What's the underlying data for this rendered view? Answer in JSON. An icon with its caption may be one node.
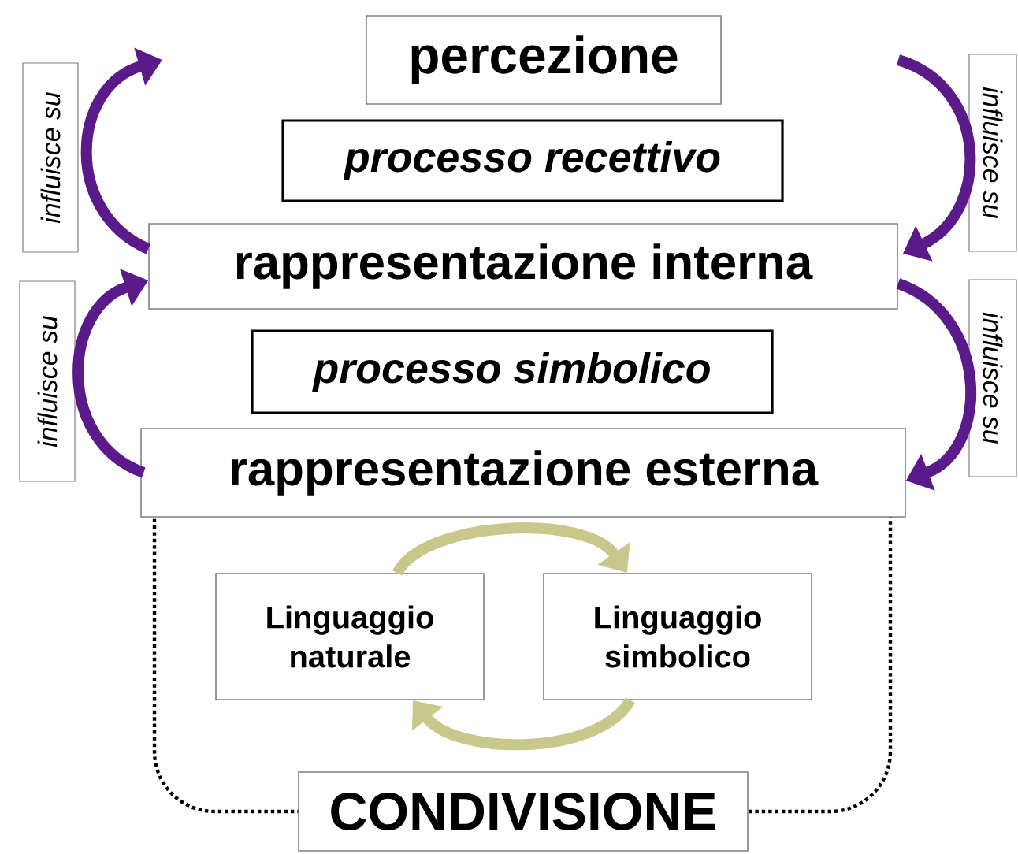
{
  "diagram": {
    "nodes": [
      {
        "text": [
          "percezione"
        ]
      },
      {
        "text": [
          "processo recettivo"
        ]
      },
      {
        "text": [
          "rappresentazione interna"
        ]
      },
      {
        "text": [
          "processo simbolico"
        ]
      },
      {
        "text": [
          "rappresentazione esterna"
        ]
      },
      {
        "text": [
          "Linguaggio naturale"
        ]
      },
      {
        "text": [
          "Linguaggio simbolico"
        ]
      },
      {
        "text": [
          "CONDIVISIONE"
        ]
      },
      {
        "text": [
          "influisce su"
        ]
      },
      {
        "text": [
          "influisce su"
        ]
      },
      {
        "text": [
          "influisce su"
        ]
      },
      {
        "text": [
          "influisce su"
        ]
      }
    ],
    "edges": [
      {
        "from": 2,
        "to": null,
        "arrow": "to"
      },
      {
        "from": null,
        "to": 2,
        "arrow": "to"
      },
      {
        "from": 4,
        "to": 2,
        "arrow": "to"
      },
      {
        "from": 2,
        "to": 4,
        "arrow": "to"
      },
      {
        "from": 5,
        "to": 6,
        "arrow": "to",
        "color": "#c8c88c"
      },
      {
        "from": 6,
        "to": 5,
        "arrow": "to",
        "color": "#c8c88c"
      }
    ]
  }
}
